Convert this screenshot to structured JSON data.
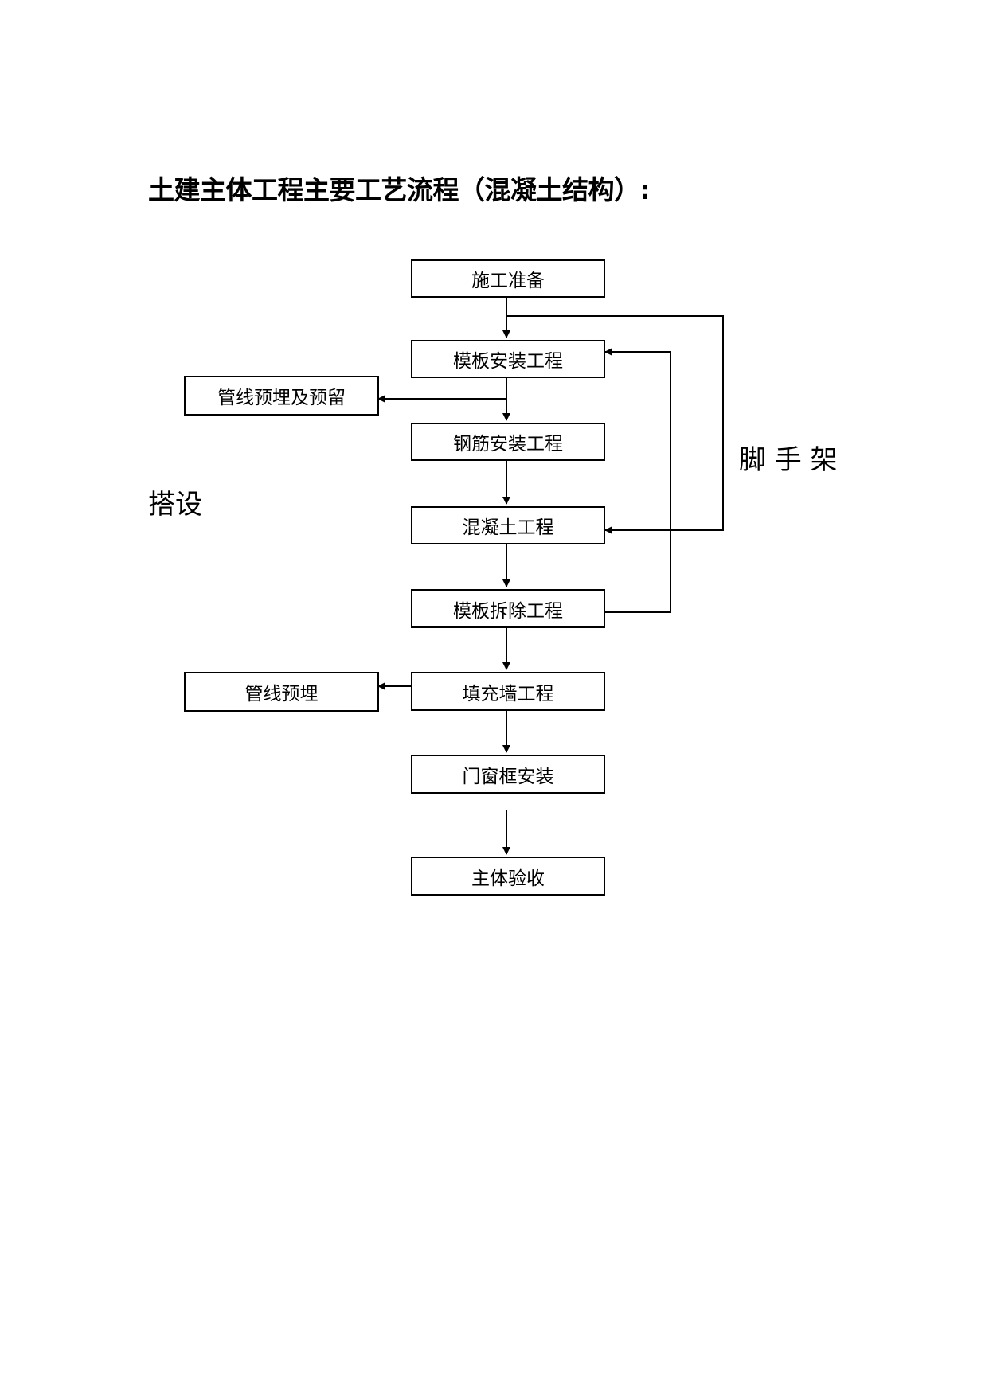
{
  "title": "土建主体工程主要工艺流程（混凝土结构）:",
  "side_labels": {
    "scaffold": "脚 手 架",
    "erect": "搭设"
  },
  "steps": {
    "prep": "施工准备",
    "formwork_install": "模板安装工程",
    "rebar_install": "钢筋安装工程",
    "concrete": "混凝土工程",
    "formwork_remove": "模板拆除工程",
    "infill_wall": "填充墙工程",
    "door_window_frame": "门窗框安装",
    "acceptance": "主体验收"
  },
  "branches": {
    "pipe_embed_reserve": "管线预埋及预留",
    "pipe_embed": "管线预埋"
  }
}
